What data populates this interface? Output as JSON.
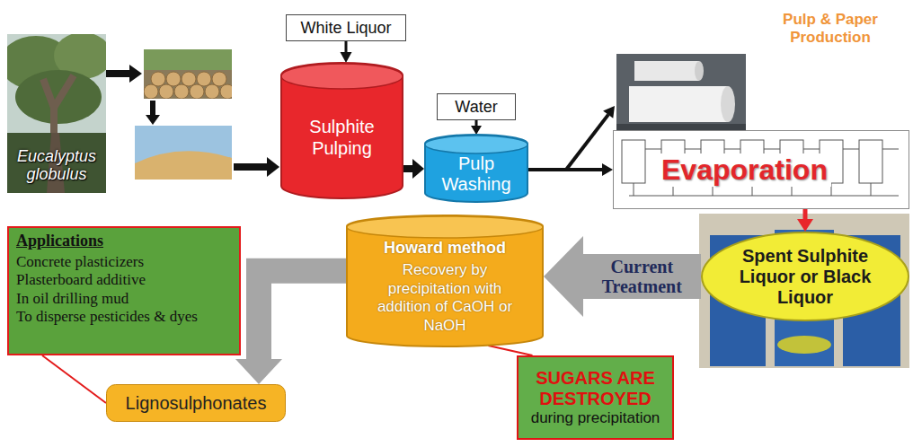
{
  "diagram": {
    "nodes": [
      {
        "text": [
          "Eucalyptus globulus"
        ]
      },
      {
        "text": [
          "White Liquor"
        ]
      },
      {
        "text": [
          "Sulphite Pulping"
        ]
      },
      {
        "text": [
          "Water"
        ]
      },
      {
        "text": [
          "Pulp Washing"
        ]
      },
      {
        "text": [
          "Evaporation"
        ]
      },
      {
        "text": [
          "Applications",
          "Concrete plasticizers",
          "Plasterboard additive",
          "In oil drilling mud",
          "To disperse pesticides & dyes"
        ]
      },
      {
        "text": [
          "Howard method",
          "Recovery by precipitation with addition of CaOH or NaOH"
        ]
      },
      {
        "text": [
          "Spent Sulphite Liquor or Black Liquor"
        ]
      },
      {
        "text": [
          "Lignosulphonates"
        ]
      },
      {
        "text": [
          "SUGARS ARE DESTROYED",
          "during precipitation"
        ]
      }
    ],
    "edges": [
      {
        "from": 1,
        "to": 2,
        "arrow": "to"
      },
      {
        "from": 3,
        "to": 4,
        "arrow": "to"
      },
      {
        "from": 2,
        "to": 4,
        "arrow": "to"
      },
      {
        "from": 4,
        "to": 5,
        "arrow": "to"
      },
      {
        "from": 5,
        "to": 8,
        "arrow": "to"
      },
      {
        "from": 8,
        "to": 7,
        "label": "Current Treatment",
        "arrow": "to"
      },
      {
        "from": 7,
        "to": 9,
        "arrow": "to"
      },
      {
        "from": 6,
        "to": 9,
        "arrow": "none"
      },
      {
        "from": 10,
        "to": 7,
        "arrow": "none"
      }
    ],
    "labels": [
      "Pulp & Paper Production"
    ]
  }
}
